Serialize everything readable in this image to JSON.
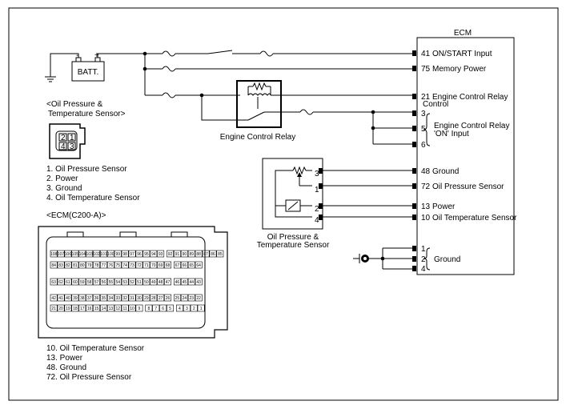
{
  "ecm": {
    "title": "ECM",
    "pins": [
      {
        "num": "41",
        "label": "ON/START Input"
      },
      {
        "num": "75",
        "label": "Memory Power"
      },
      {
        "num": "21",
        "label": "Engine Control Relay"
      },
      {
        "num": "",
        "label": "Control"
      },
      {
        "num": "48",
        "label": "Ground"
      },
      {
        "num": "72",
        "label": "Oil Pressure Sensor"
      },
      {
        "num": "13",
        "label": "Power"
      },
      {
        "num": "10",
        "label": "Oil Temperature Sensor"
      }
    ],
    "relay_input_pins": [
      "3",
      "5",
      "6"
    ],
    "relay_input_label_1": "Engine Control Relay",
    "relay_input_label_2": "'ON' Input",
    "ground_pins": [
      "1",
      "2",
      "4"
    ],
    "ground_label": "Ground"
  },
  "battery": {
    "label": "BATT."
  },
  "relay": {
    "label": "Engine Control Relay"
  },
  "sensor": {
    "label_1": "Oil Pressure &",
    "label_2": "Temperature Sensor",
    "pins": [
      "3",
      "1",
      "2",
      "4"
    ]
  },
  "sensor_connector": {
    "title_1": "<Oil Pressure &",
    "title_2": "Temperature Sensor>",
    "pins": [
      "2",
      "1",
      "4",
      "3"
    ],
    "legend": [
      "1. Oil Pressure Sensor",
      "2. Power",
      "3. Ground",
      "4. Oil Temperature Sensor"
    ]
  },
  "ecm_connector": {
    "title": "<ECM(C200-A)>",
    "rows": [
      [
        "108",
        "107",
        "106",
        "105",
        "104",
        "103",
        "102",
        "101",
        "100",
        "99",
        "98",
        "97",
        "96",
        "95",
        "94",
        "93",
        "92",
        "91",
        "90",
        "89",
        "88",
        "87",
        "86",
        "85"
      ],
      [
        "84",
        "83",
        "82",
        "81",
        "80",
        "79",
        "78",
        "77",
        "76",
        "75",
        "74",
        "73",
        "72",
        "71",
        "70",
        "69",
        "68",
        "67",
        "66",
        "65",
        "64"
      ],
      [
        "63",
        "62",
        "61",
        "60",
        "59",
        "58",
        "57",
        "56",
        "55",
        "54",
        "53",
        "52",
        "51",
        "50",
        "49",
        "48",
        "47",
        "46",
        "45",
        "44",
        "43"
      ],
      [
        "42",
        "41",
        "40",
        "39",
        "38",
        "37",
        "36",
        "35",
        "34",
        "33",
        "32",
        "31",
        "30",
        "29",
        "28",
        "27",
        "26",
        "25",
        "24",
        "23",
        "22"
      ],
      [
        "21",
        "20",
        "19",
        "18",
        "17",
        "16",
        "15",
        "14",
        "13",
        "12",
        "11",
        "10",
        "9",
        "8",
        "7",
        "6",
        "5",
        "4",
        "3",
        "2",
        "1"
      ]
    ],
    "legend": [
      "10. Oil Temperature Sensor",
      "13. Power",
      "48. Ground",
      "72. Oil Pressure Sensor"
    ]
  }
}
